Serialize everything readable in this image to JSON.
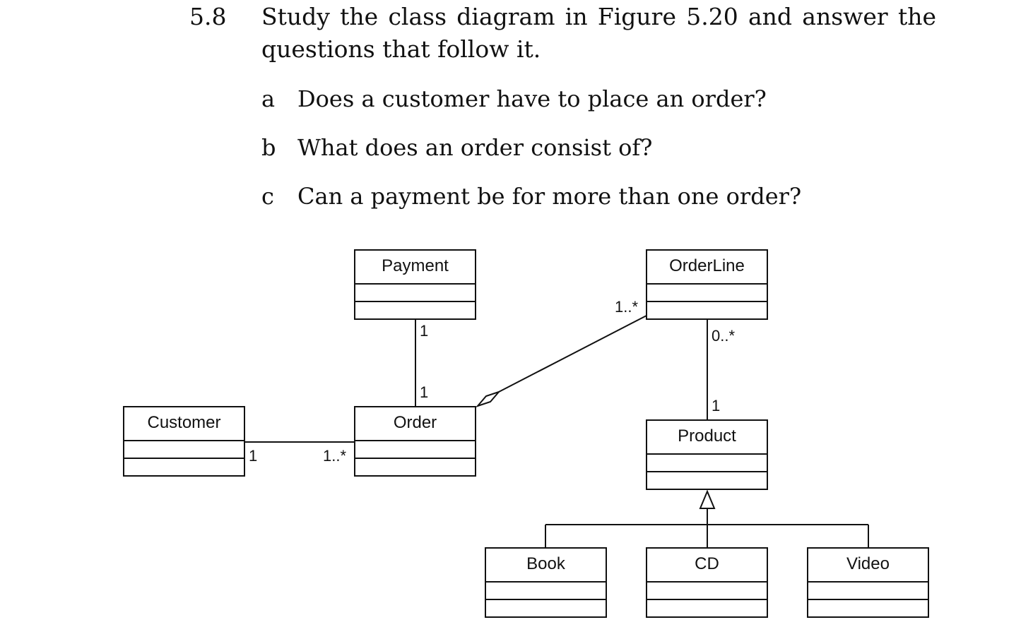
{
  "question": {
    "number": "5.8",
    "line1": "Study the class diagram in Figure 5.20 and answer the",
    "line2": "questions that follow it.",
    "parts": [
      {
        "letter": "a",
        "text": "Does a customer have to place an order?"
      },
      {
        "letter": "b",
        "text": "What does an order consist of?"
      },
      {
        "letter": "c",
        "text": "Can a payment be for more than one order?"
      }
    ]
  },
  "diagram": {
    "classes": {
      "payment": "Payment",
      "orderline": "OrderLine",
      "customer": "Customer",
      "order": "Order",
      "product": "Product",
      "book": "Book",
      "cd": "CD",
      "video": "Video"
    },
    "multiplicities": {
      "payment_end": "1",
      "order_payment_end": "1",
      "orderline_order_end": "1..*",
      "orderline_product_end": "0..*",
      "product_end": "1",
      "customer_end": "1",
      "order_customer_end": "1..*"
    }
  }
}
